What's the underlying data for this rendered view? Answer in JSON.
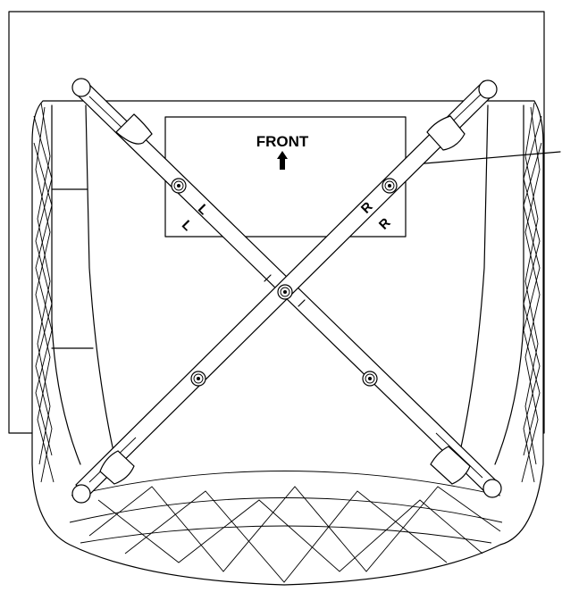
{
  "diagram": {
    "front_label": "FRONT",
    "left_marks": [
      "L",
      "L"
    ],
    "right_marks": [
      "R",
      "R"
    ]
  },
  "colors": {
    "line": "#000000",
    "background": "#ffffff"
  },
  "icons": {
    "front_arrow": "up-arrow-icon"
  }
}
